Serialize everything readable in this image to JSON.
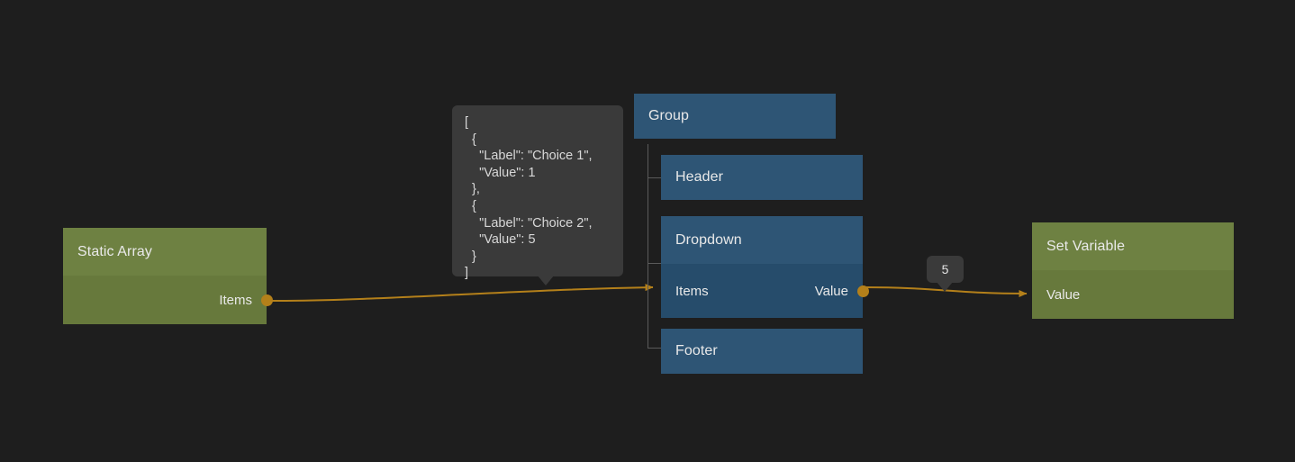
{
  "canvas": {
    "background": "#1e1e1e",
    "accent_wire": "#b4801a",
    "green_header": "#6e8142",
    "green_body": "#67793c",
    "blue_header": "#2e5575",
    "blue_body": "#264c6b",
    "tooltip_bg": "#3a3a3a",
    "tree_line": "#5a5a5a"
  },
  "nodes": {
    "static_array": {
      "title": "Static Array",
      "output_port_label": "Items"
    },
    "group": {
      "title": "Group",
      "children": [
        {
          "title": "Header"
        },
        {
          "title": "Footer"
        }
      ]
    },
    "dropdown": {
      "title": "Dropdown",
      "input_port_label": "Items",
      "output_port_label": "Value"
    },
    "set_variable": {
      "title": "Set Variable",
      "input_port_label": "Value"
    }
  },
  "tooltips": {
    "items_json": "[\n  {\n    \"Label\": \"Choice 1\",\n    \"Value\": 1\n  },\n  {\n    \"Label\": \"Choice 2\",\n    \"Value\": 5\n  }\n]",
    "value_badge": "5"
  }
}
